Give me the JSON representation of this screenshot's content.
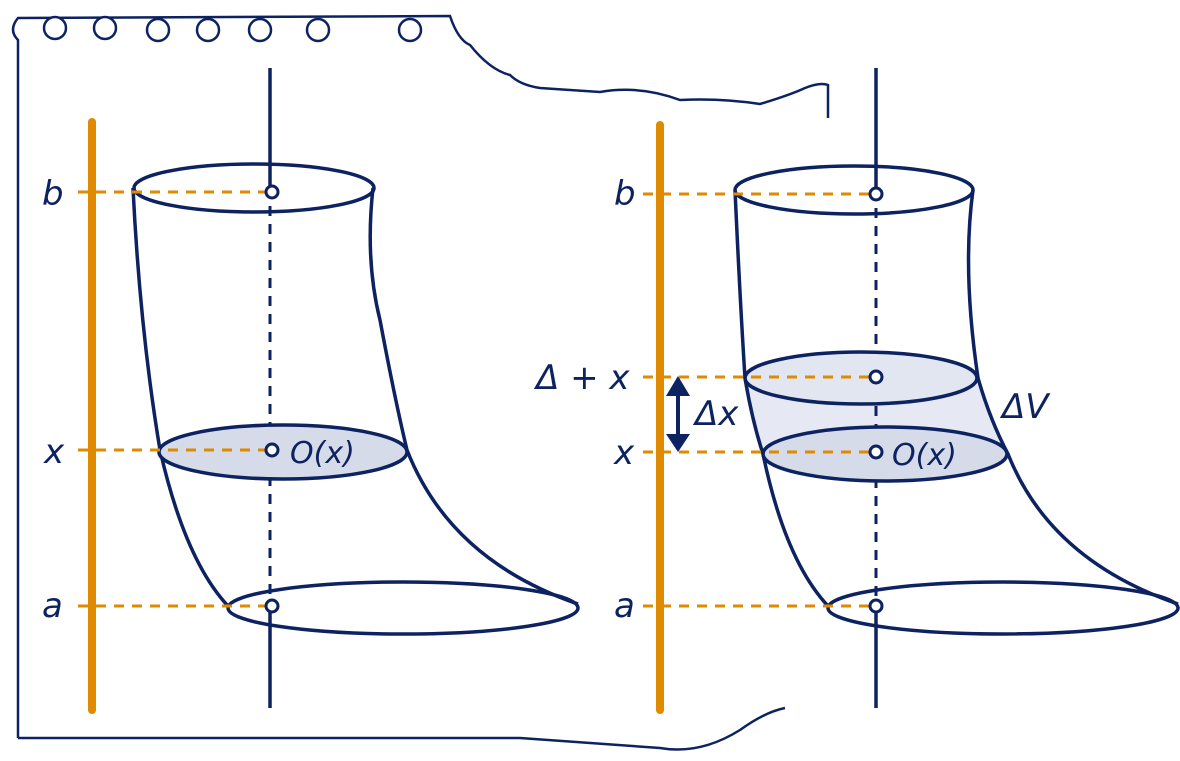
{
  "colors": {
    "navy": "#0d2260",
    "orange": "#e08a00",
    "slice_fill": "#dde1ee",
    "slab_fill": "#e6e9f3"
  },
  "left": {
    "label_b": "b",
    "label_x": "x",
    "label_a": "a",
    "cross_section": "O(x)"
  },
  "right": {
    "label_b": "b",
    "label_dx_plus_x": "Δ + x",
    "label_x": "x",
    "label_a": "a",
    "delta_x": "Δx",
    "delta_v": "ΔV",
    "cross_section": "O(x)"
  }
}
